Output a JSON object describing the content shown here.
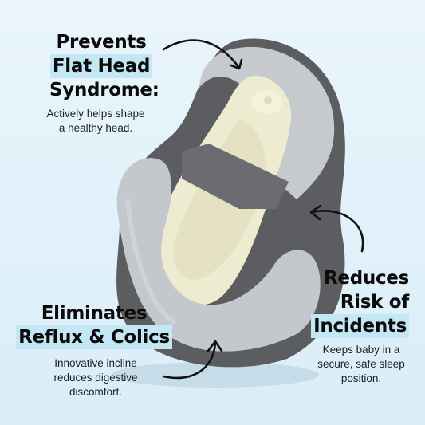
{
  "features": {
    "flat_head": {
      "heading": [
        "Prevents",
        "Flat Head",
        "Syndrome:"
      ],
      "description": [
        "Actively helps shape",
        "a healthy head."
      ]
    },
    "reflux": {
      "heading": [
        "Eliminates",
        "Reflux & Colics"
      ],
      "description": [
        "Innovative incline",
        "reduces digestive",
        "discomfort."
      ]
    },
    "risk": {
      "heading": [
        "Reduces",
        "Risk of",
        "Incidents"
      ],
      "description": [
        "Keeps baby in a",
        "secure, safe sleep",
        "position."
      ]
    }
  },
  "colors": {
    "background": "#dcefF8",
    "highlight": "#c3e7f5",
    "pillow_gray": "#c4c8cc",
    "pillow_dark": "#5c5d60",
    "mattress": "#efedd0"
  }
}
